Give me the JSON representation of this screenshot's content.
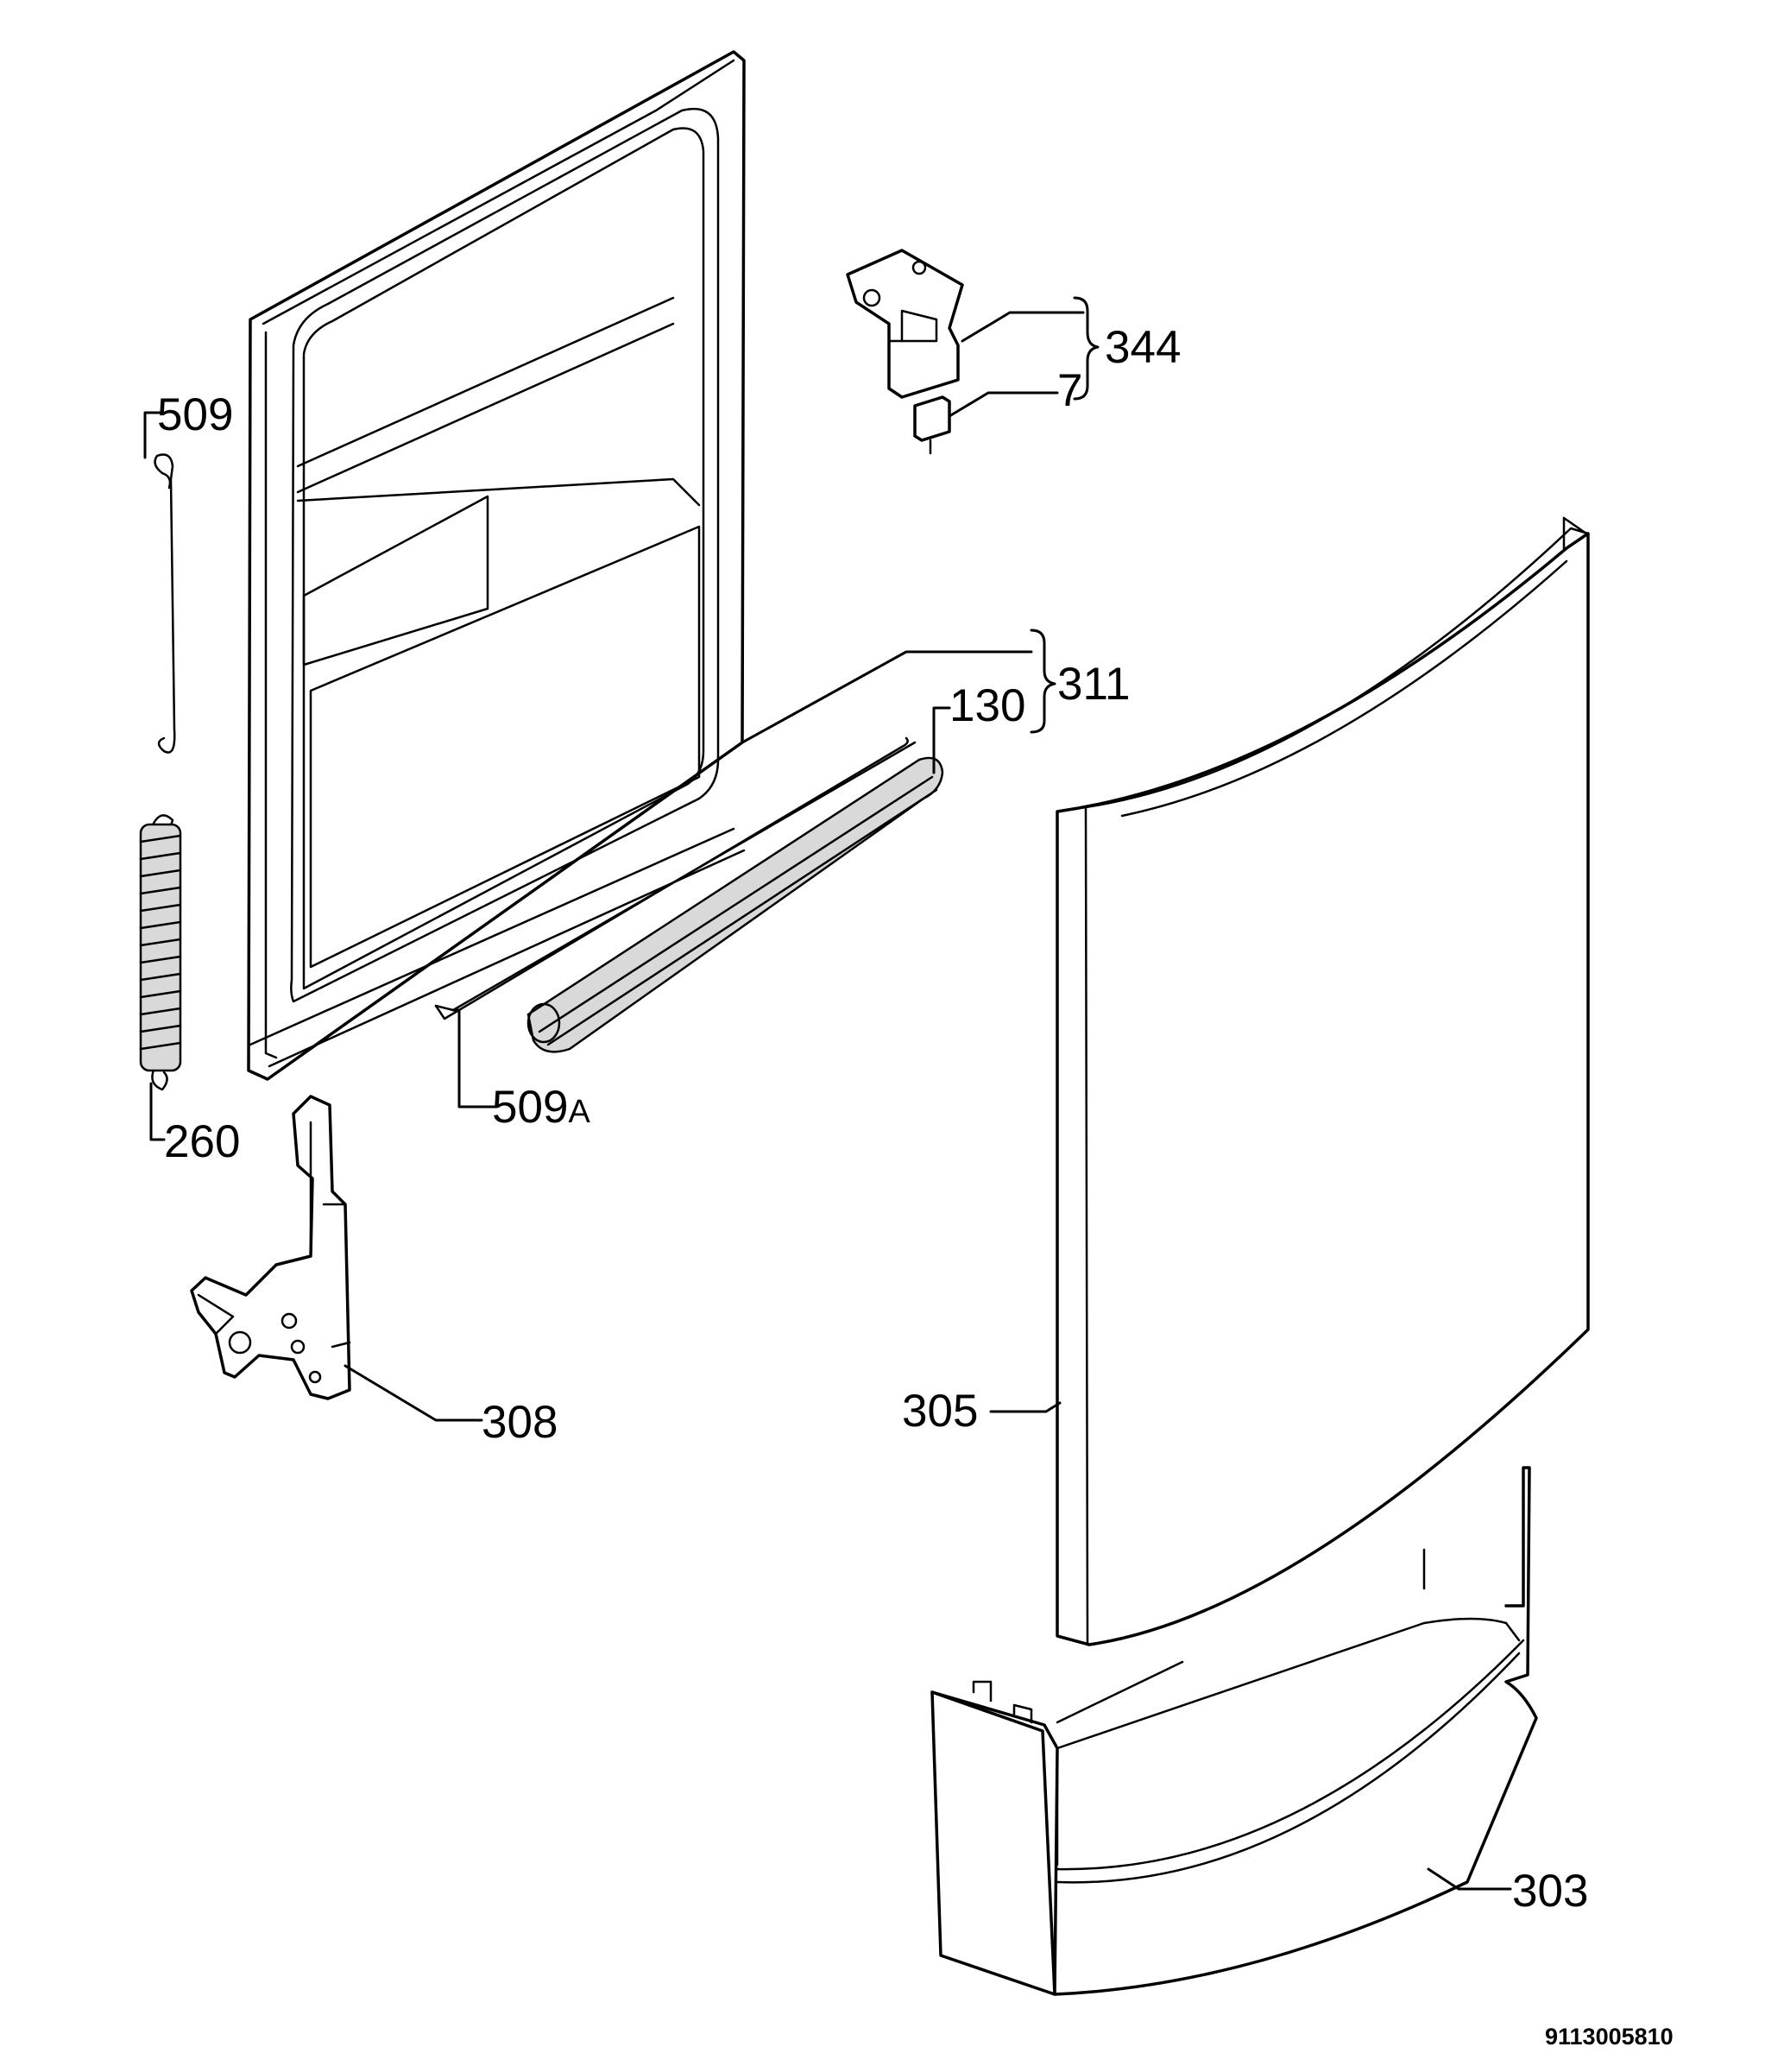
{
  "labels": {
    "part_509": "509",
    "part_260": "260",
    "part_344": "344",
    "part_7": "7",
    "part_311": "311",
    "part_130": "130",
    "part_509a_num": "509",
    "part_509a_suffix": "A",
    "part_308": "308",
    "part_305": "305",
    "part_303": "303"
  },
  "drawing_code": "9113005810",
  "colors": {
    "line": "#000000",
    "background": "#ffffff",
    "seal_fill": "#d9d9d9"
  }
}
